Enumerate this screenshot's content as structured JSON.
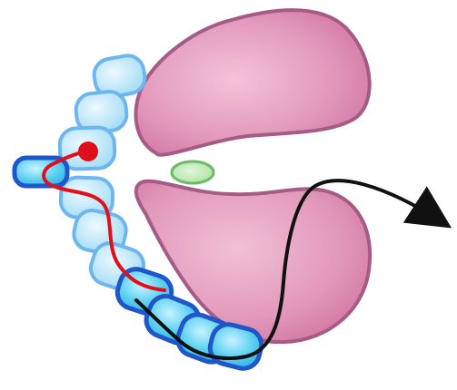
{
  "diagram": {
    "colors": {
      "lobe_fill": "#e090b8",
      "lobe_stroke": "#a45c86",
      "center_fill": "#b6e7ad",
      "center_stroke": "#6dba6d",
      "light_bead_fill": "#b5e4f7",
      "light_bead_stroke": "#6eb6ef",
      "dark_bead_fill": "#58cdf0",
      "dark_bead_stroke": "#1f56c9",
      "red_path": "#e10f1a",
      "black_path": "#111111"
    },
    "components": [
      "upper-lobe",
      "lower-lobe",
      "center-channel",
      "light-bead-chain",
      "dark-bead-chain",
      "red-path",
      "black-path"
    ]
  }
}
